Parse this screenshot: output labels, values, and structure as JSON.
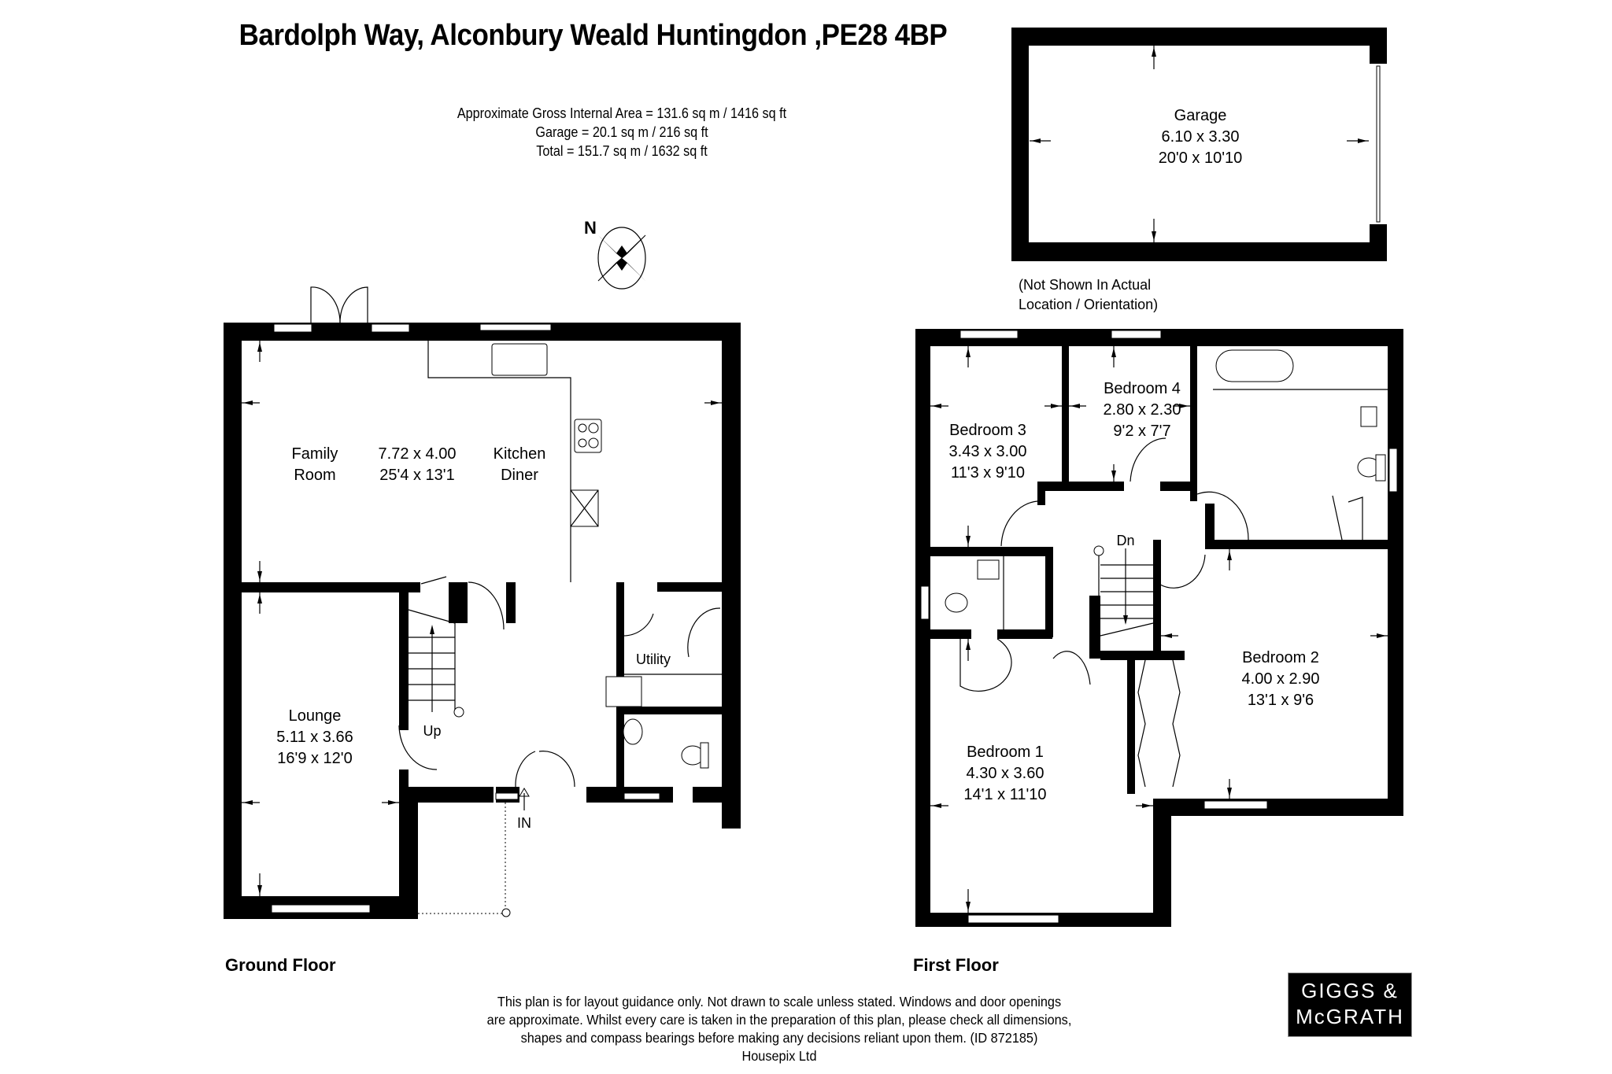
{
  "header": {
    "title": "Bardolph Way, Alconbury Weald Huntingdon ,PE28 4BP"
  },
  "areas": {
    "gross_internal": "Approximate Gross Internal Area = 131.6 sq m / 1416 sq ft",
    "garage": "Garage = 20.1 sq m / 216 sq ft",
    "total": "Total = 151.7 sq m / 1632 sq ft"
  },
  "compass": {
    "label": "N",
    "icon": "compass-rose-icon"
  },
  "garage": {
    "name": "Garage",
    "metric": "6.10 x 3.30",
    "imperial": "20'0 x 10'10",
    "note_line1": "(Not Shown In Actual",
    "note_line2": "Location / Orientation)"
  },
  "ground_floor": {
    "label": "Ground Floor",
    "rooms": [
      {
        "name_line1": "Family",
        "name_line2": "Room"
      },
      {
        "metric": "7.72 x 4.00",
        "imperial": "25'4 x 13'1"
      },
      {
        "name_line1": "Kitchen",
        "name_line2": "Diner"
      },
      {
        "name": "Lounge",
        "metric": "5.11 x 3.66",
        "imperial": "16'9 x 12'0"
      },
      {
        "name": "Utility"
      }
    ],
    "stairs_label": "Up",
    "entrance_label": "IN"
  },
  "first_floor": {
    "label": "First Floor",
    "rooms": [
      {
        "name": "Bedroom 3",
        "metric": "3.43 x 3.00",
        "imperial": "11'3 x 9'10"
      },
      {
        "name": "Bedroom 4",
        "metric": "2.80 x 2.30",
        "imperial": "9'2 x 7'7"
      },
      {
        "name": "Bedroom 2",
        "metric": "4.00 x 2.90",
        "imperial": "13'1 x 9'6"
      },
      {
        "name": "Bedroom 1",
        "metric": "4.30 x 3.60",
        "imperial": "14'1 x 11'10"
      }
    ],
    "stairs_label": "Dn"
  },
  "footer": {
    "disclaimer_line1": "This plan is for layout guidance only. Not drawn to scale unless stated. Windows and door openings",
    "disclaimer_line2": "are approximate. Whilst every care is taken in the preparation of this plan, please check all dimensions,",
    "disclaimer_line3": "shapes and compass bearings before making any decisions reliant upon them. (ID 872185)",
    "credit": "Housepix Ltd"
  },
  "logo": {
    "line1": "GIGGS &",
    "line2": "McGRATH",
    "background": "#000000",
    "text_color": "#ffffff"
  }
}
